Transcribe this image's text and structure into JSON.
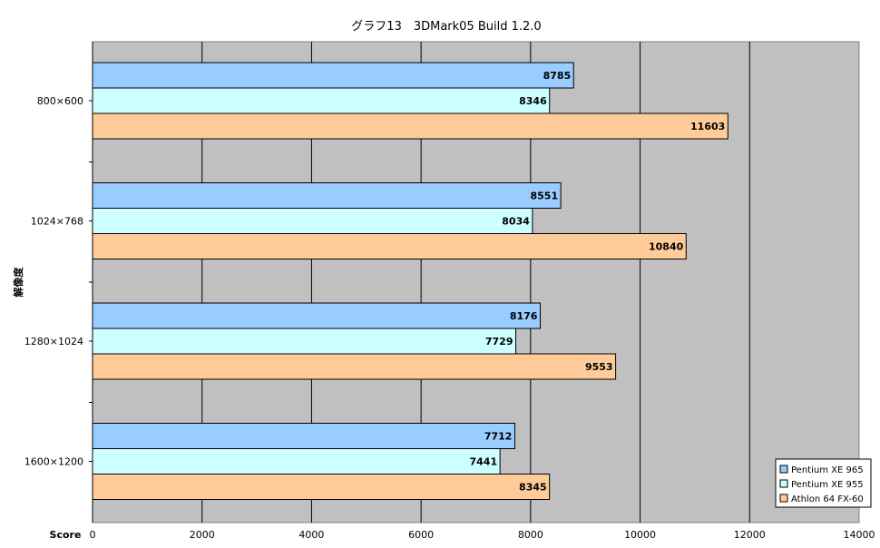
{
  "chart_data": {
    "type": "bar",
    "orientation": "horizontal",
    "title": "グラフ13　3DMark05 Build 1.2.0",
    "xlabel": "Score",
    "ylabel": "解像度",
    "xlim": [
      0,
      14000
    ],
    "xticks": [
      0,
      2000,
      4000,
      6000,
      8000,
      10000,
      12000,
      14000
    ],
    "grid": true,
    "legend_position": "bottom-right",
    "categories": [
      "800×600",
      "1024×768",
      "1280×1024",
      "1600×1200"
    ],
    "series": [
      {
        "name": "Pentium XE 965",
        "color": "#99ccff",
        "values": [
          8785,
          8551,
          8176,
          7712
        ]
      },
      {
        "name": "Pentium XE 955",
        "color": "#ccffff",
        "values": [
          8346,
          8034,
          7729,
          7441
        ]
      },
      {
        "name": "Athlon 64 FX-60",
        "color": "#ffcc99",
        "values": [
          11603,
          10840,
          9553,
          8345
        ]
      }
    ]
  },
  "colors": {
    "plot_background": "#c0c0c0",
    "gridline": "#000000",
    "bar_border": "#000000"
  }
}
